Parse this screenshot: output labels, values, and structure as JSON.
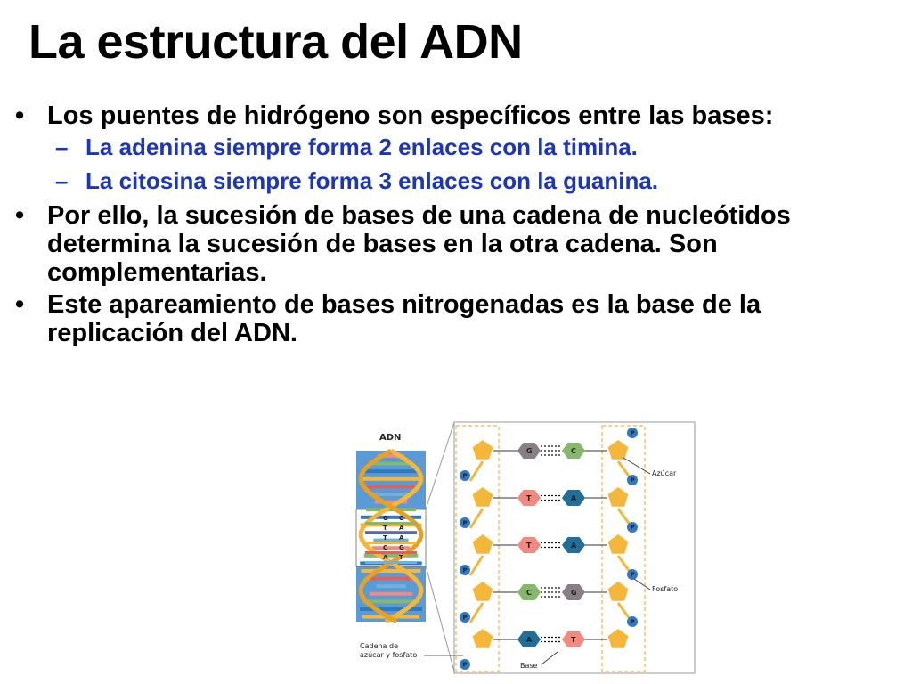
{
  "slide": {
    "title": "La estructura del ADN",
    "bullets": [
      {
        "mark": "•",
        "text": "Los puentes de hidrógeno son específicos entre las bases:"
      },
      {
        "mark": "•",
        "text": "Por ello, la sucesión de bases de una cadena de nucleótidos determina la sucesión de bases en la otra cadena. Son complementarias."
      },
      {
        "mark": "•",
        "text": "Este apareamiento de bases nitrogenadas es la base de la replicación del ADN."
      }
    ],
    "subbullets": [
      {
        "mark": "–",
        "text": "La adenina siempre forma 2 enlaces con la timina."
      },
      {
        "mark": "–",
        "text": "La citosina siempre forma 3 enlaces con la guanina."
      }
    ]
  },
  "figure": {
    "adn_label": "ADN",
    "helix_letters": [
      "G",
      "C",
      "T",
      "A",
      "T",
      "A",
      "C",
      "G",
      "A",
      "T"
    ],
    "phosphate_letter": "P",
    "pairs": [
      {
        "left": "G",
        "right": "C"
      },
      {
        "left": "T",
        "right": "A"
      },
      {
        "left": "T",
        "right": "A"
      },
      {
        "left": "C",
        "right": "G"
      },
      {
        "left": "A",
        "right": "T"
      }
    ],
    "label_azucar": "Azúcar",
    "label_fosfato": "Fosfato",
    "label_base": "Base",
    "label_cadena_line1": "Cadena de",
    "label_cadena_line2": "azúcar y fosfato",
    "colors": {
      "G": "#8a7e86",
      "C": "#86b86c",
      "T": "#f08a80",
      "A": "#1f6f9a",
      "sugar": "#f5b73a",
      "phosphate": "#2d79c4",
      "helix_bg": "#5b9bd5"
    }
  }
}
